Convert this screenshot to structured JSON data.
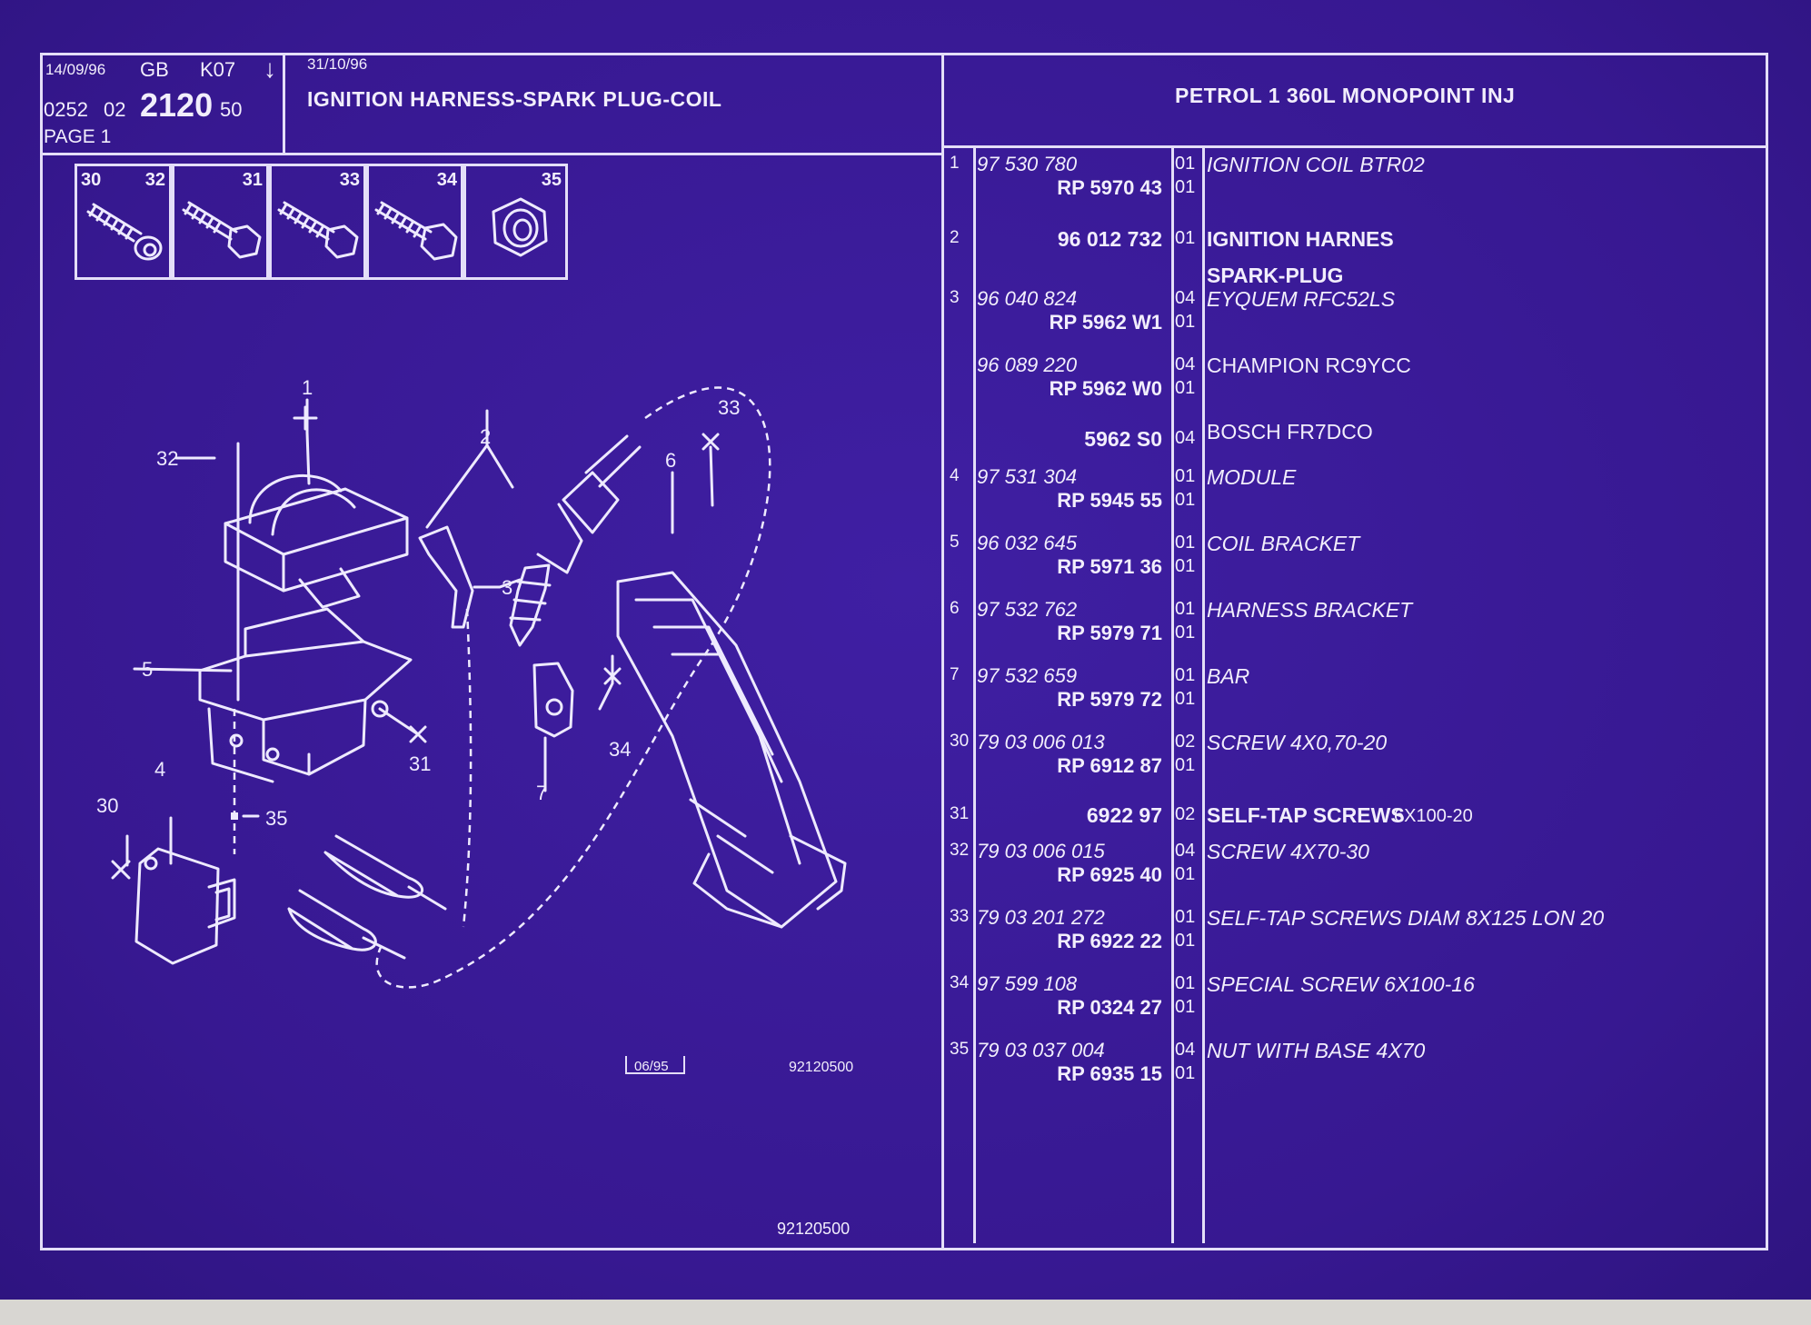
{
  "header": {
    "date1": "14/09/96",
    "lang": "GB",
    "code": "K07",
    "arrow": "↓",
    "date2": "31/10/96",
    "ref_a": "0252",
    "ref_b": "02",
    "ref_main": "2120",
    "ref_c": "50",
    "page": "PAGE 1",
    "title": "IGNITION HARNESS-SPARK PLUG-COIL",
    "engine": "PETROL 1 360L MONOPOINT INJ"
  },
  "thumbnails": [
    {
      "labels": [
        "30",
        "32"
      ]
    },
    {
      "labels": [
        "31"
      ]
    },
    {
      "labels": [
        "33"
      ]
    },
    {
      "labels": [
        "34"
      ]
    },
    {
      "labels": [
        "35"
      ]
    }
  ],
  "diagram": {
    "callouts": [
      "1",
      "2",
      "3",
      "4",
      "5",
      "6",
      "7",
      "30",
      "31",
      "32",
      "33",
      "34",
      "35"
    ],
    "date_box": "06/95",
    "drawing_no": "92120500",
    "footer_no": "92120500"
  },
  "parts": [
    {
      "ref": "1",
      "pn": "97 530 780",
      "rp": "RP  5970 43",
      "q1": "01",
      "q2": "01",
      "desc": "IGNITION COIL BTR02",
      "style": "italic"
    },
    {
      "ref": "2",
      "pn": "",
      "rp": "96 012 732",
      "q1": "01",
      "q2": "",
      "desc": "IGNITION HARNES",
      "style": "bold"
    },
    {
      "ref": "",
      "pn": "",
      "rp": "",
      "q1": "",
      "q2": "",
      "desc": "SPARK-PLUG",
      "style": "bold"
    },
    {
      "ref": "3",
      "pn": "96 040 824",
      "rp": "RP  5962 W1",
      "q1": "04",
      "q2": "01",
      "desc": "EYQUEM RFC52LS",
      "style": "italic"
    },
    {
      "ref": "",
      "pn": "96 089 220",
      "rp": "RP  5962 W0",
      "q1": "04",
      "q2": "01",
      "desc": "CHAMPION RC9YCC",
      "style": "normal"
    },
    {
      "ref": "",
      "pn": "",
      "rp": "5962 S0",
      "q1": "04",
      "q2": "",
      "desc": "BOSCH FR7DCO",
      "style": "normal"
    },
    {
      "ref": "4",
      "pn": "97 531 304",
      "rp": "RP  5945 55",
      "q1": "01",
      "q2": "01",
      "desc": "MODULE",
      "style": "italic"
    },
    {
      "ref": "5",
      "pn": "96 032 645",
      "rp": "RP  5971 36",
      "q1": "01",
      "q2": "01",
      "desc": "COIL BRACKET",
      "style": "italic"
    },
    {
      "ref": "6",
      "pn": "97 532 762",
      "rp": "RP  5979 71",
      "q1": "01",
      "q2": "01",
      "desc": "HARNESS BRACKET",
      "style": "italic"
    },
    {
      "ref": "7",
      "pn": "97 532 659",
      "rp": "RP  5979 72",
      "q1": "01",
      "q2": "01",
      "desc": "BAR",
      "style": "italic"
    },
    {
      "ref": "30",
      "pn": "79 03 006 013",
      "rp": "RP  6912 87",
      "q1": "02",
      "q2": "01",
      "desc": "SCREW 4X0,70-20",
      "style": "italic"
    },
    {
      "ref": "31",
      "pn": "",
      "rp": "6922 97",
      "q1": "02",
      "q2": "",
      "desc": "SELF-TAP SCREWS",
      "desc2": "6X100-20",
      "style": "bold"
    },
    {
      "ref": "32",
      "pn": "79 03 006 015",
      "rp": "RP  6925 40",
      "q1": "04",
      "q2": "01",
      "desc": "SCREW 4X70-30",
      "style": "italic"
    },
    {
      "ref": "33",
      "pn": "79 03 201 272",
      "rp": "RP  6922 22",
      "q1": "01",
      "q2": "01",
      "desc": "SELF-TAP SCREWS DIAM 8X125 LON 20",
      "style": "italic"
    },
    {
      "ref": "34",
      "pn": "97 599 108",
      "rp": "RP  0324 27",
      "q1": "01",
      "q2": "01",
      "desc": "SPECIAL SCREW 6X100-16",
      "style": "italic"
    },
    {
      "ref": "35",
      "pn": "79 03 037 004",
      "rp": "RP  6935 15",
      "q1": "04",
      "q2": "01",
      "desc": "NUT WITH BASE 4X70",
      "style": "italic"
    }
  ]
}
